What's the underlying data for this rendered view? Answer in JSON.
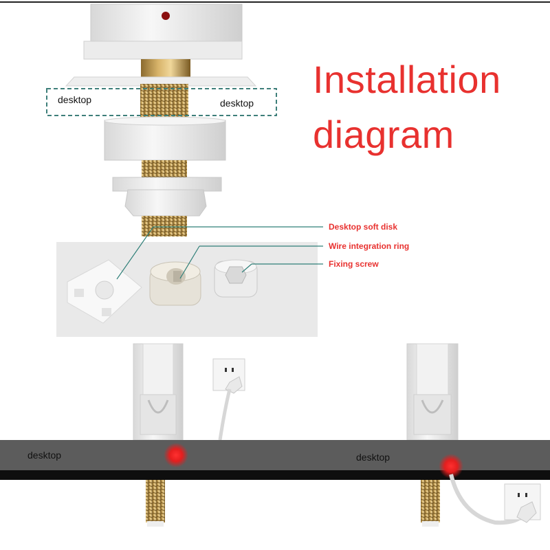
{
  "title": {
    "line1": "Installation",
    "line2": "diagram"
  },
  "top_labels": {
    "left": "desktop",
    "right": "desktop"
  },
  "callouts": {
    "soft_disk": "Desktop soft disk",
    "wire_ring": "Wire integration ring",
    "fixing_screw": "Fixing screw"
  },
  "bottom_labels": {
    "left": "desktop",
    "right": "desktop"
  },
  "colors": {
    "accent": "#e8312f",
    "desktop_bar": "#5c5c5c",
    "callout_line": "#2f7f78"
  }
}
